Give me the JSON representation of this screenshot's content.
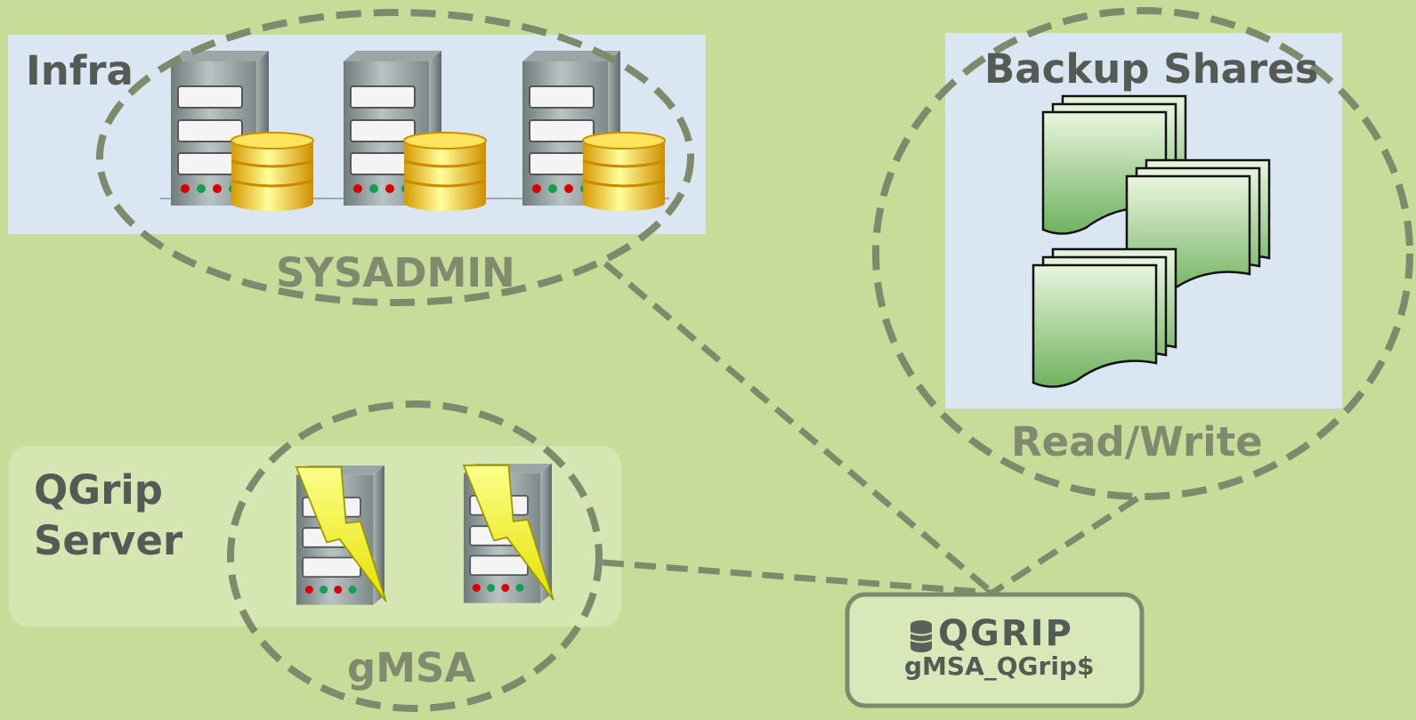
{
  "colors": {
    "background": "#c8dc9a",
    "panel_blue": "#dbe6f3",
    "panel_light_green": "#d6e6b2",
    "dashed_line": "#7e8a6c",
    "dark_text": "#555a55",
    "muted_text": "#7f8a6e",
    "gold": "#f2c200",
    "bolt": "#f3f30b",
    "doc_green": "#8cc77a"
  },
  "groups": {
    "infra": {
      "title": "Infra",
      "caption": "SYSADMIN",
      "items": [
        {
          "icon": "database-server-icon"
        },
        {
          "icon": "database-server-icon"
        },
        {
          "icon": "database-server-icon"
        }
      ]
    },
    "backup": {
      "title": "Backup Shares",
      "caption": "Read/Write",
      "items": [
        {
          "icon": "document-stack-icon"
        },
        {
          "icon": "document-stack-icon"
        },
        {
          "icon": "document-stack-icon"
        }
      ]
    },
    "qgrip_server": {
      "title_line1": "QGrip",
      "title_line2": "Server",
      "caption": "gMSA",
      "items": [
        {
          "icon": "power-server-icon"
        },
        {
          "icon": "power-server-icon"
        }
      ]
    }
  },
  "qgrip_node": {
    "logo_text": "QGRIP",
    "account": "gMSA_QGrip$"
  }
}
